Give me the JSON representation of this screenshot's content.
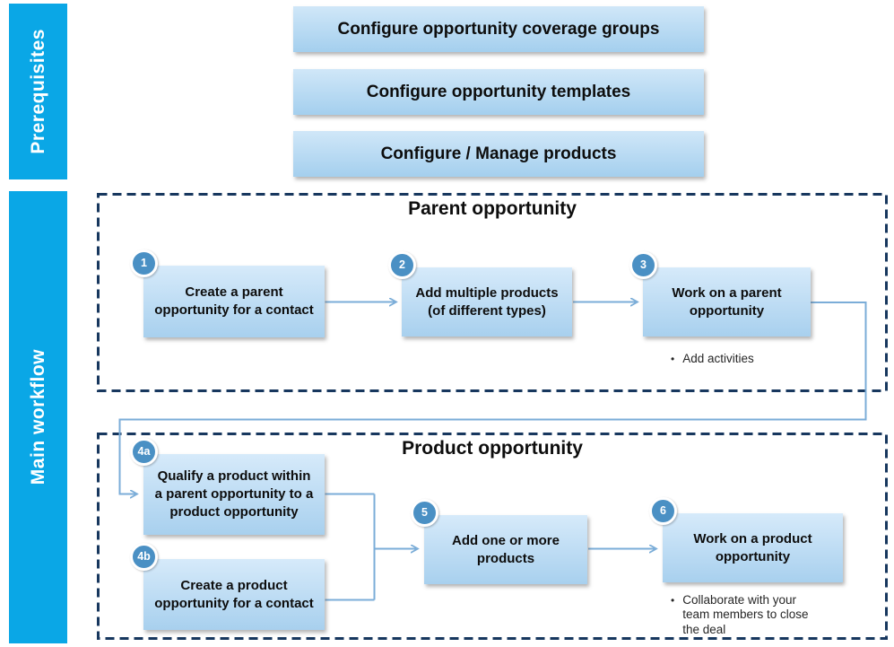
{
  "bullet_char": "•",
  "palette": {
    "sidebar_cyan": "#0aa7e6",
    "step_circle_blue": "#4a90c4",
    "connector_blue": "#7badd8",
    "dashed_border_navy": "#17375e",
    "box_gradient_top": "#d6eafa",
    "box_gradient_bottom": "#a8d0ee"
  },
  "sidebar": {
    "prerequisites": "Prerequisites",
    "main_workflow": "Main workflow"
  },
  "prerequisites": {
    "items": [
      {
        "label": "Configure opportunity coverage groups"
      },
      {
        "label": "Configure opportunity templates"
      },
      {
        "label": "Configure / Manage products"
      }
    ]
  },
  "parent_section": {
    "title": "Parent opportunity",
    "steps": [
      {
        "number": "1",
        "label": "Create a parent opportunity for a contact"
      },
      {
        "number": "2",
        "label": "Add multiple products (of different types)"
      },
      {
        "number": "3",
        "label": "Work on a parent opportunity"
      }
    ],
    "note": "Add activities"
  },
  "product_section": {
    "title": "Product opportunity",
    "steps": [
      {
        "number": "4a",
        "label": "Qualify a product within a parent opportunity to a product opportunity"
      },
      {
        "number": "4b",
        "label": "Create a product opportunity for a contact"
      },
      {
        "number": "5",
        "label": "Add one or more products"
      },
      {
        "number": "6",
        "label": "Work on a product opportunity"
      }
    ],
    "note": "Collaborate with your team members to close the deal"
  }
}
